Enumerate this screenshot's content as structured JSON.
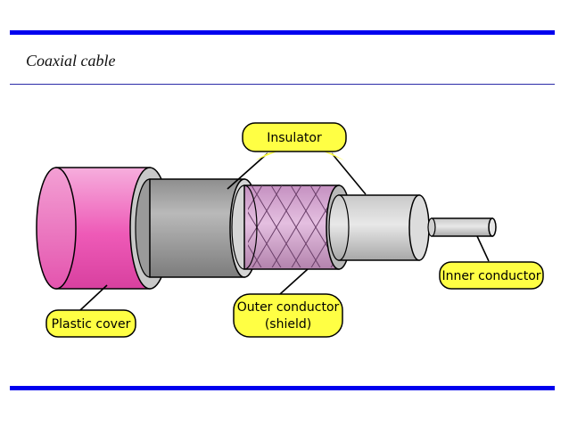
{
  "slide": {
    "title": "Coaxial cable"
  },
  "diagram": {
    "callouts": {
      "insulator": "Insulator",
      "inner_conductor": "Inner conductor",
      "outer_conductor_line1": "Outer conductor",
      "outer_conductor_line2": "(shield)",
      "plastic_cover": "Plastic cover"
    },
    "colors": {
      "rule": "#0000ee",
      "plastic_cover": "#ee5ab7",
      "insulator_gray": "#a6a6a6",
      "shield_pink": "#d8a3d3",
      "callout_fill": "#ffff44"
    }
  }
}
